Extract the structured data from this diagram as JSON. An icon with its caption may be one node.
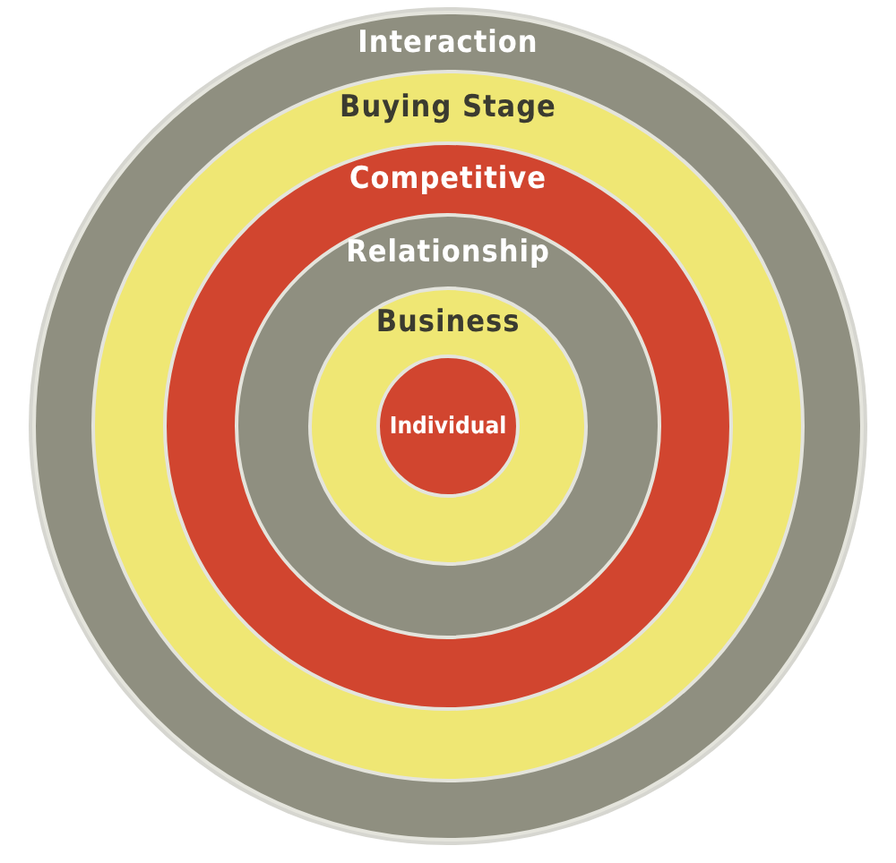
{
  "diagram": {
    "nodes": [
      {
        "text": [
          "Interaction"
        ]
      },
      {
        "text": [
          "Buying Stage"
        ],
        "in": 0
      },
      {
        "text": [
          "Competitive"
        ],
        "in": 1
      },
      {
        "text": [
          "Relationship"
        ],
        "in": 2
      },
      {
        "text": [
          "Business"
        ],
        "in": 3
      },
      {
        "text": [
          "Individual"
        ],
        "in": 4
      }
    ]
  }
}
